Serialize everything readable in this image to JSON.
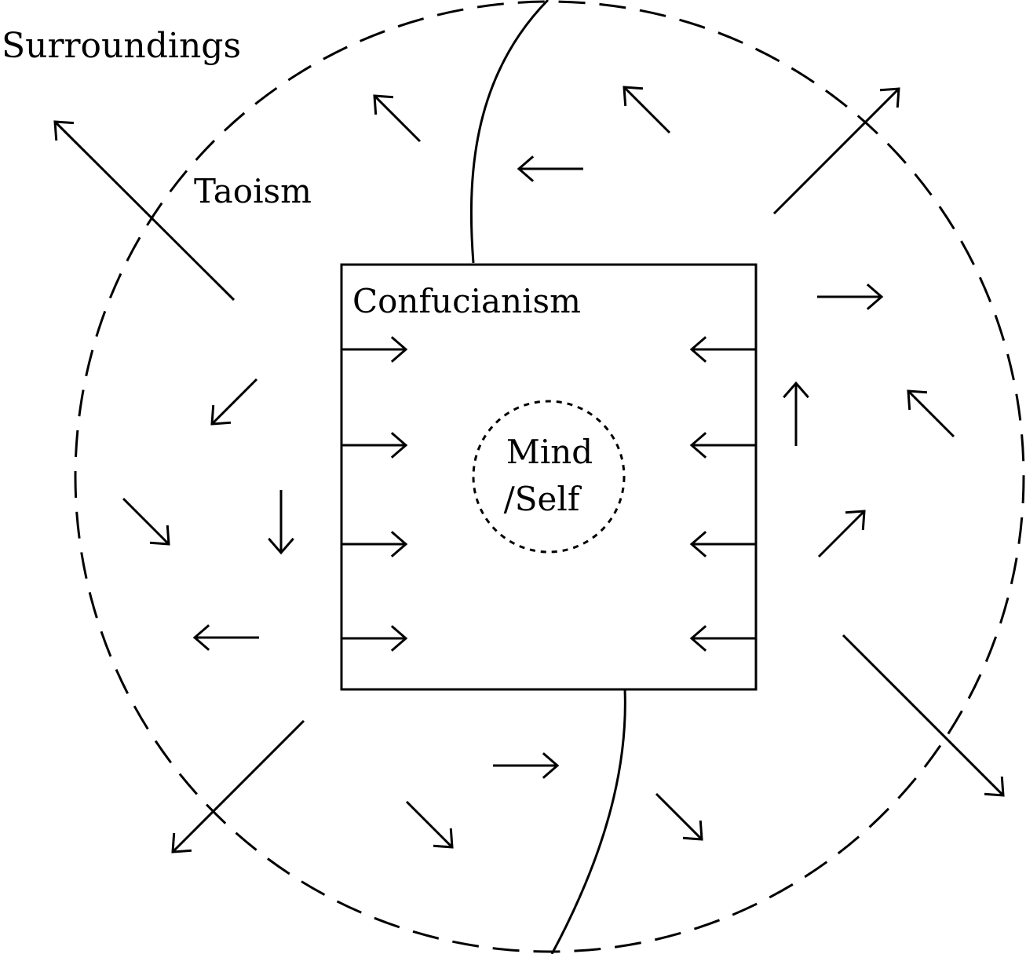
{
  "labels": {
    "surroundings": "Surroundings",
    "taoism": "Taoism",
    "confucianism": "Confucianism",
    "mind_line1": "Mind",
    "mind_line2": "/Self"
  },
  "colors": {
    "stroke": "#000000",
    "background": "#ffffff"
  }
}
